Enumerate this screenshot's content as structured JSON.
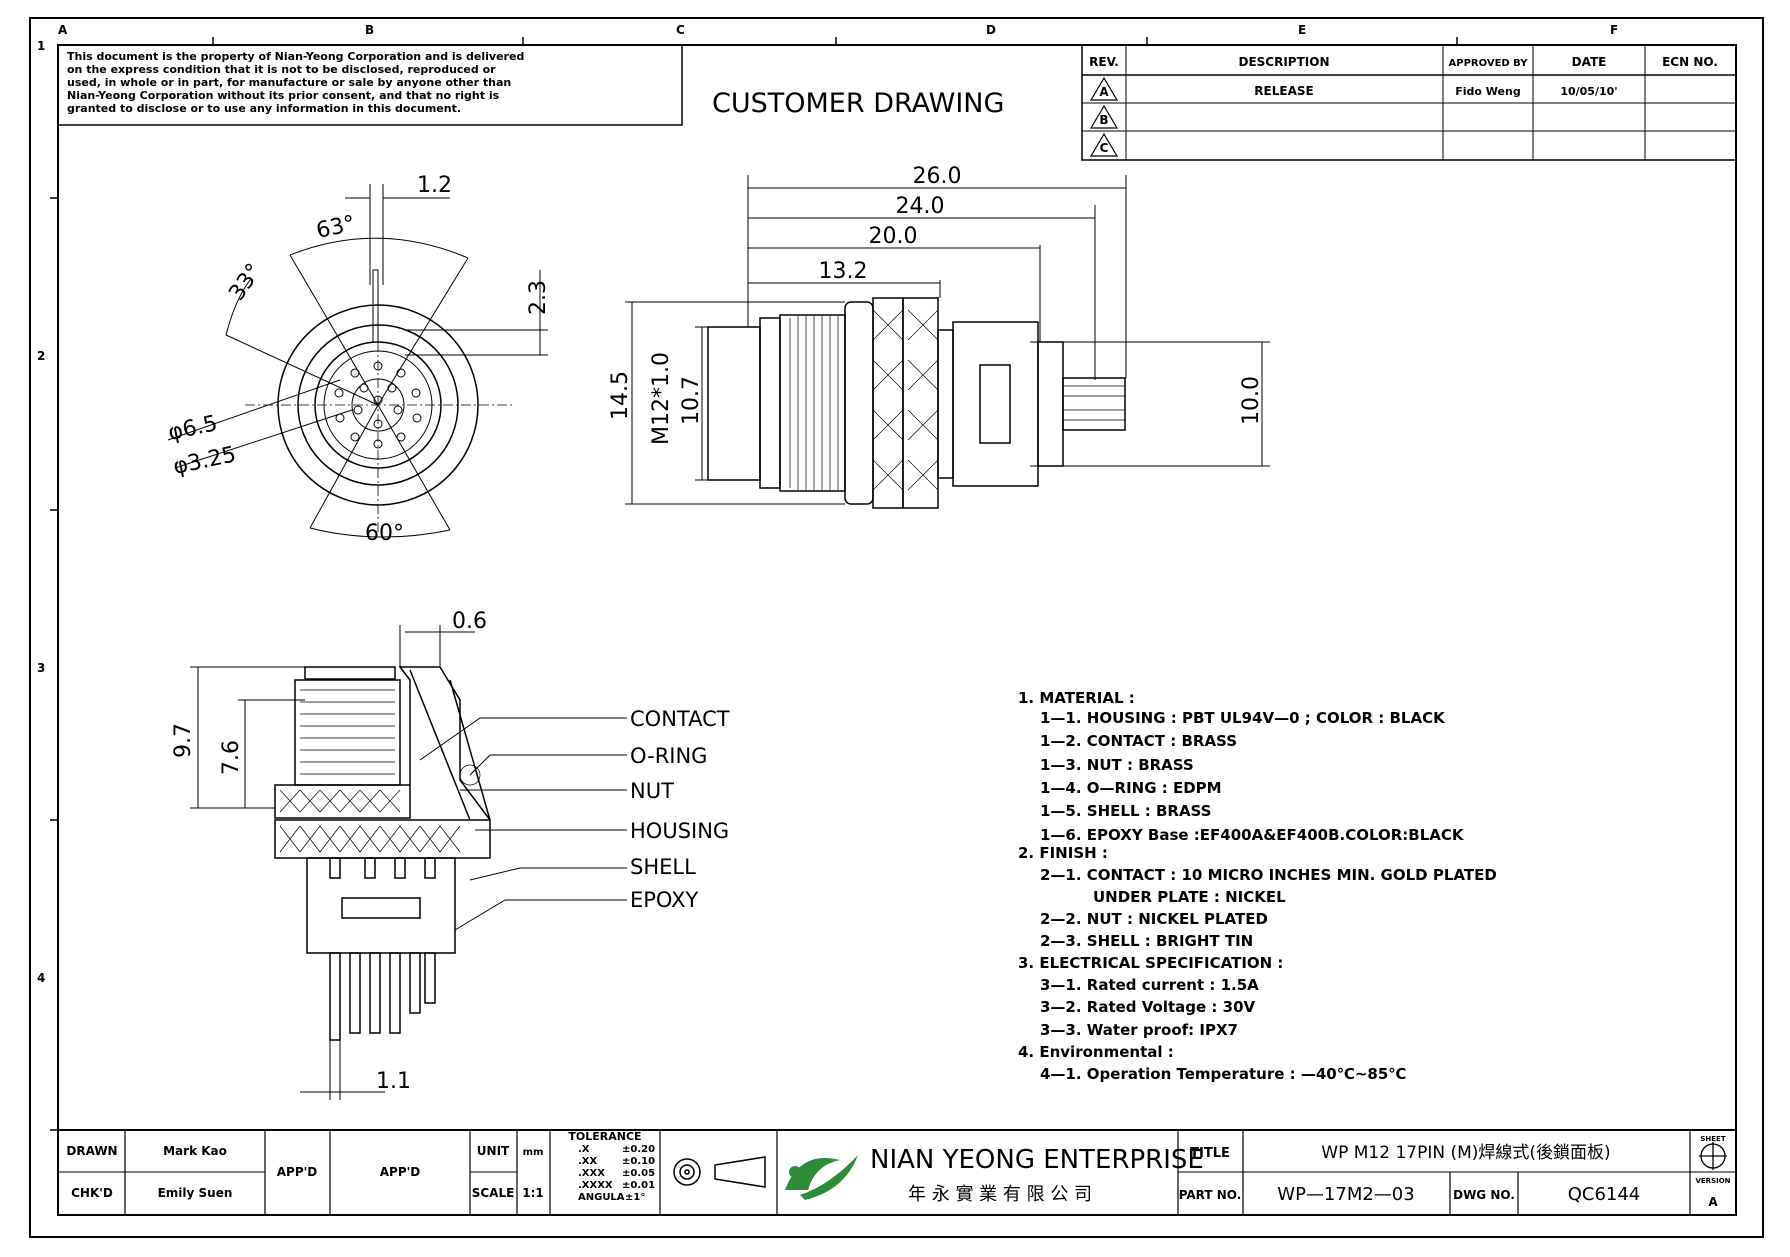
{
  "disclaimer": [
    "This document is the property of Nian-Yeong Corporation and is delivered",
    "on  the  express condition that it is not to be disclosed, reproduced or",
    "used, in whole or in part, for manufacture or sale by anyone other than",
    "Nian-Yeong Corporation without  its prior consent, and that  no right  is",
    "granted to disclose or to use any information in this  document."
  ],
  "drawing_title": "CUSTOMER  DRAWING",
  "grid": {
    "cols": [
      "A",
      "B",
      "C",
      "D",
      "E",
      "F"
    ],
    "rows": [
      "1",
      "2",
      "3",
      "4"
    ]
  },
  "revision_table": {
    "headers": [
      "REV.",
      "DESCRIPTION",
      "APPROVED BY",
      "DATE",
      "ECN NO."
    ],
    "rows": [
      {
        "rev": "A",
        "description": "RELEASE",
        "approved": "Fido Weng",
        "date": "10/05/10'",
        "ecn": ""
      },
      {
        "rev": "B",
        "description": "",
        "approved": "",
        "date": "",
        "ecn": ""
      },
      {
        "rev": "C",
        "description": "",
        "approved": "",
        "date": "",
        "ecn": ""
      }
    ]
  },
  "front_view_dims": {
    "d_1_2": "1.2",
    "a_63": "63°",
    "a_33": "33°",
    "d_2_3": "2.3",
    "dia_6_5": "φ6.5",
    "dia_3_25": "φ3.25",
    "a_60": "60°"
  },
  "side_view_dims": {
    "d_26": "26.0",
    "d_24": "24.0",
    "d_20": "20.0",
    "d_13_2": "13.2",
    "d_14_5": "14.5",
    "m12": "M12*1.0",
    "d_10_7": "10.7",
    "d_10": "10.0"
  },
  "section_view_dims": {
    "d_0_6": "0.6",
    "d_9_7": "9.7",
    "d_7_6": "7.6",
    "d_1_1": "1.1"
  },
  "callouts": [
    "CONTACT",
    "O-RING",
    "NUT",
    "HOUSING",
    "SHELL",
    "EPOXY"
  ],
  "spec_notes": [
    "1.  MATERIAL  :",
    "1—1.  HOUSING  :  PBT  UL94V—0  ;  COLOR  :  BLACK",
    "1—2.  CONTACT  :  BRASS",
    "1—3.  NUT  :  BRASS",
    "1—4.  O—RING  :  EDPM",
    "1—5.  SHELL  :  BRASS",
    "1—6.  EPOXY  Base  :EF400A&EF400B.COLOR:BLACK",
    "2.  FINISH  :",
    "2—1.  CONTACT  :  10  MICRO  INCHES  MIN.  GOLD  PLATED",
    "UNDER  PLATE  :  NICKEL",
    "2—2.  NUT  :  NICKEL  PLATED",
    "2—3.  SHELL  :  BRIGHT  TIN",
    "3.  ELECTRICAL  SPECIFICATION  :",
    "3—1.  Rated  current  :  1.5A",
    "3—2.  Rated  Voltage  :  30V",
    "3—3.  Water  proof:  IPX7",
    "4.  Environmental  :",
    "4—1.  Operation  Temperature  :  —40℃~85℃"
  ],
  "title_block": {
    "drawn_label": "DRAWN",
    "drawn_by": "Mark Kao",
    "chkd_label": "CHK'D",
    "chkd_by": "Emily Suen",
    "appd_label": "APP'D",
    "appd_value": "APP'D",
    "unit_label": "UNIT",
    "unit_value": "mm",
    "scale_label": "SCALE",
    "scale_value": "1:1",
    "tolerance_label": "TOLERANCE",
    "tolerances": [
      {
        "k": ".X",
        "v": "±0.20"
      },
      {
        "k": ".XX",
        "v": "±0.10"
      },
      {
        "k": ".XXX",
        "v": "±0.05"
      },
      {
        "k": ".XXXX",
        "v": "±0.01"
      },
      {
        "k": "ANGULA",
        "v": "±1°"
      }
    ],
    "company_name": "NIAN YEONG ENTERPRISE",
    "company_chinese": "年 永 實 業 有 限 公 司",
    "title_label": "TITLE",
    "title_value": "WP  M12  17PIN  (M)焊線式(後鎖面板)",
    "part_label": "PART NO.",
    "part_value": "WP—17M2—03",
    "dwg_label": "DWG NO.",
    "dwg_value": "QC6144",
    "sheet_label": "SHEET",
    "version_label": "VERSION",
    "version_value": "A"
  }
}
